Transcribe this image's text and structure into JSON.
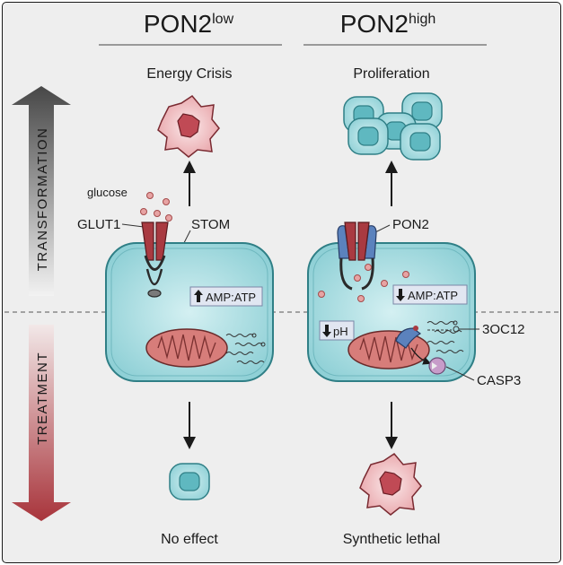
{
  "columns": {
    "low": {
      "name": "PON2",
      "superscript": "low"
    },
    "high": {
      "name": "PON2",
      "superscript": "high"
    }
  },
  "arrow_labels": {
    "top": "TRANSFORMATION",
    "bottom": "TREATMENT"
  },
  "transformation": {
    "low": {
      "outcome": "Energy Crisis",
      "transporter": "GLUT1",
      "regulator": "STOM",
      "substrate": "glucose",
      "ratio": "AMP:ATP",
      "ratio_direction": "up"
    },
    "high": {
      "outcome": "Proliferation",
      "regulator": "PON2",
      "ratio": "AMP:ATP",
      "ratio_direction": "down"
    }
  },
  "treatment": {
    "low": {
      "outcome": "No effect"
    },
    "high": {
      "ph": "pH",
      "ph_direction": "down",
      "compound": "3OC12",
      "enzyme": "CASP3",
      "outcome": "Synthetic lethal"
    }
  },
  "colors": {
    "panel": "#eeeeee",
    "cell": "#a8dde2",
    "cell_edge": "#2f7f86",
    "mitochondria": "#d77d7a",
    "glut1": "#a93a41",
    "pon2_protein": "#5b82bd",
    "dying_cell": "#c04a55",
    "casp3": "#c79cc9"
  },
  "icons": [
    "up-arrow-icon",
    "down-arrow-icon",
    "mitochondrion-icon",
    "cell-icon",
    "dying-cell-icon",
    "transporter-icon"
  ]
}
